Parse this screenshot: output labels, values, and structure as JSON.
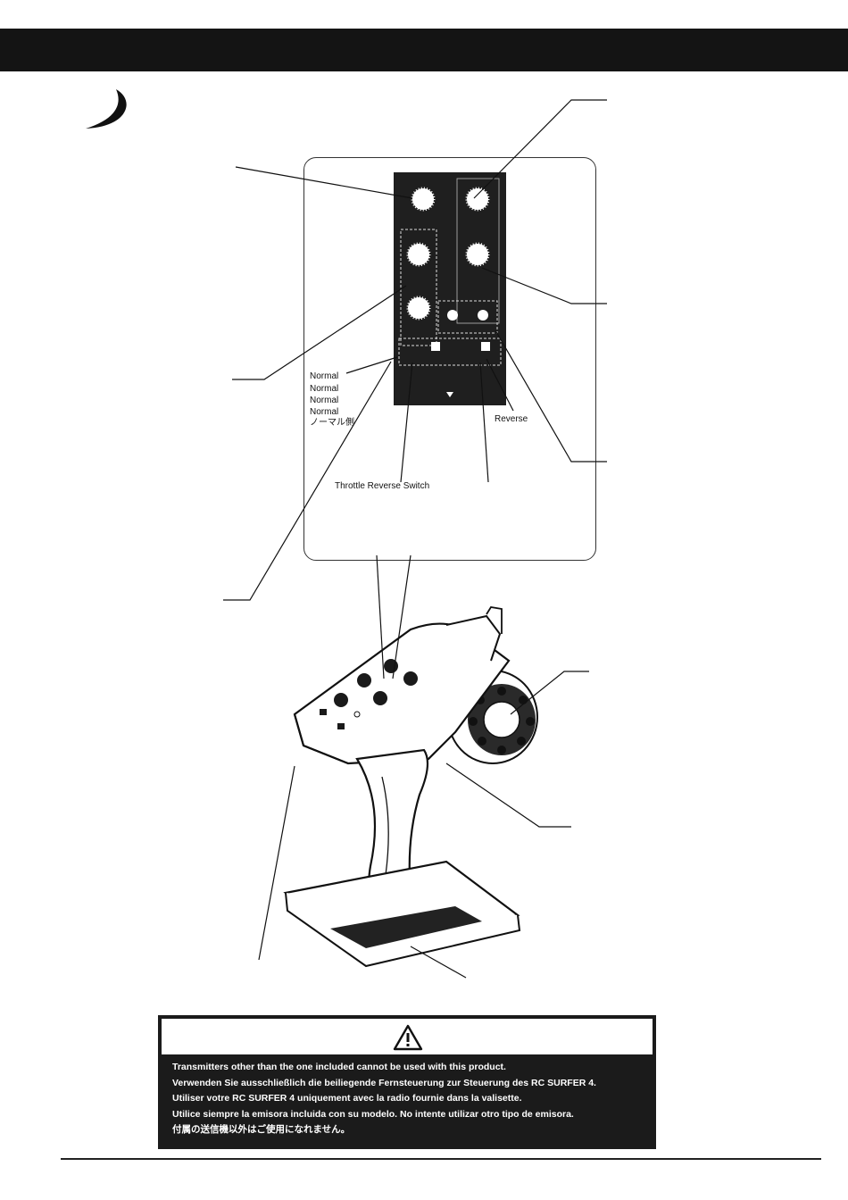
{
  "header": {
    "bar_color": "#141414"
  },
  "switch_labels": {
    "normal": [
      "Normal",
      "Normal",
      "Normal",
      "Normal"
    ],
    "normal_jp": "ノーマル側",
    "reverse": "Reverse",
    "throttle_reverse_switch": "Throttle Reverse Switch"
  },
  "warning": {
    "icon": "warning-triangle-icon",
    "lines": [
      "Transmitters other than the one included cannot be used with this product.",
      "Verwenden Sie ausschließlich die beiliegende Fernsteuerung zur Steuerung des RC SURFER 4.",
      "Utiliser votre RC SURFER 4 uniquement avec la radio fournie dans la valisette.",
      "Utilice siempre la emisora incluida con su modelo.  No intente utilizar otro tipo de emisora.",
      "付属の送信機以外はご使用になれません。"
    ]
  }
}
